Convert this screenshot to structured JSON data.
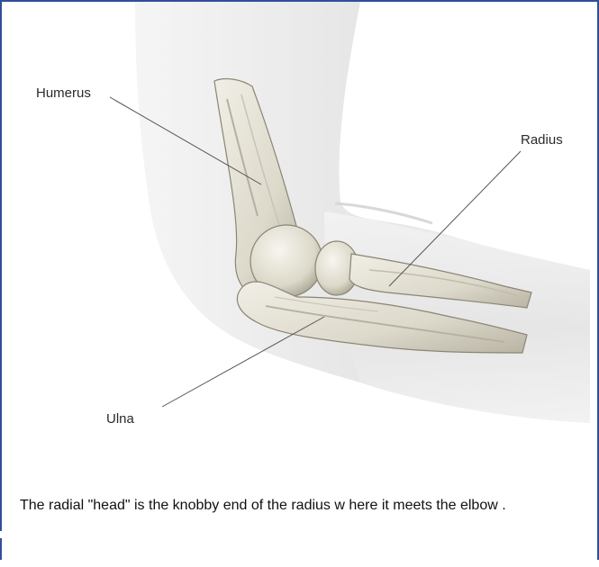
{
  "diagram": {
    "labels": {
      "humerus": "Humerus",
      "radius": "Radius",
      "ulna": "Ulna"
    }
  },
  "caption": "The radial \"head\" is the knobby end of the radius w here it meets the elbow .",
  "colors": {
    "frame_border": "#2f4f9a",
    "arm_skin": "#ececec",
    "bone": "#e4e1d5",
    "bone_shade": "#b8b4a6",
    "leader_line": "#555555"
  }
}
